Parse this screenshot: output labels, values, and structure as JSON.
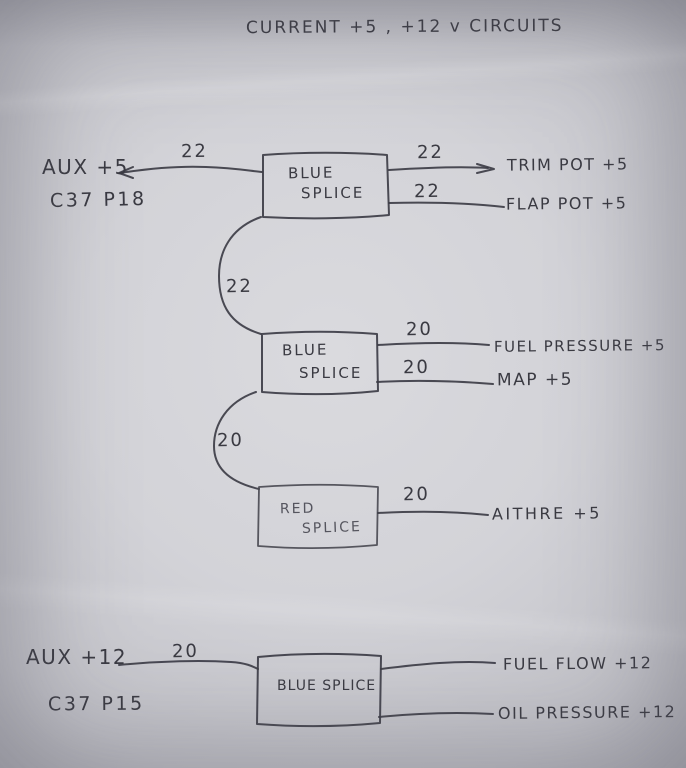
{
  "title": "CURRENT +5 , +12 v CIRCUITS",
  "ink_color": "#3d3d46",
  "paper_color": "#d6d6da",
  "circuit_5v": {
    "source": {
      "label": "AUX +5",
      "connector": "C37 P18"
    },
    "input_gauge": "22",
    "splices": [
      {
        "name": "blue-splice-1",
        "label_line1": "BLUE",
        "label_line2": "SPLICE",
        "outputs": [
          {
            "gauge": "22",
            "label": "TRIM POT +5"
          },
          {
            "gauge": "22",
            "label": "FLAP POT +5"
          }
        ],
        "downlink_gauge": "22"
      },
      {
        "name": "blue-splice-2",
        "label_line1": "BLUE",
        "label_line2": "SPLICE",
        "outputs": [
          {
            "gauge": "20",
            "label": "FUEL PRESSURE +5"
          },
          {
            "gauge": "20",
            "label": "MAP +5"
          }
        ],
        "downlink_gauge": "20"
      },
      {
        "name": "red-splice",
        "label_line1": "RED",
        "label_line2": "SPLICE",
        "outputs": [
          {
            "gauge": "20",
            "label": "AITHRE +5"
          }
        ]
      }
    ]
  },
  "circuit_12v": {
    "source": {
      "label": "AUX +12",
      "connector": "C37 P15"
    },
    "input_gauge": "20",
    "splice": {
      "name": "blue-splice-3",
      "label": "BLUE SPLICE",
      "outputs": [
        {
          "label": "FUEL FLOW +12"
        },
        {
          "label": "OIL PRESSURE +12"
        }
      ]
    }
  }
}
